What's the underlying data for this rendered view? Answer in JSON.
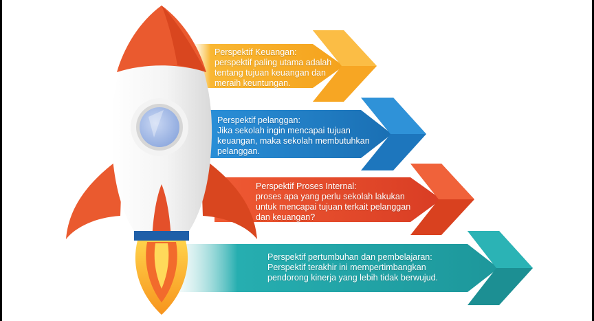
{
  "colors": {
    "orange_arrow": "#f7a623",
    "blue_arrow": "#1f7dc4",
    "red_arrow": "#e2472b",
    "teal_arrow": "#21a2a6",
    "rocket_red": "#ea5a2f",
    "rocket_body": "#f2f2f2",
    "window_blue": "#9db6e6",
    "flame_yellow": "#fbbd2a"
  },
  "items": [
    {
      "title": "Perspektif Keuangan:",
      "lines": [
        "perspektif paling utama adalah",
        "tentang tujuan keuangan dan",
        "meraih keuntungan."
      ]
    },
    {
      "title": "Perspektif pelanggan:",
      "lines": [
        "Jika sekolah ingin mencapai tujuan",
        "keuangan, maka sekolah membutuhkan",
        "pelanggan."
      ]
    },
    {
      "title": "Perspektif Proses Internal:",
      "lines": [
        "proses apa yang perlu sekolah lakukan",
        "untuk mencapai tujuan terkait pelanggan",
        "dan keuangan?"
      ]
    },
    {
      "title": "Perspektif pertumbuhan dan pembelajaran:",
      "lines": [
        "Perspektif terakhir ini mempertimbangkan",
        "pendorong kinerja yang lebih tidak berwujud."
      ]
    }
  ]
}
